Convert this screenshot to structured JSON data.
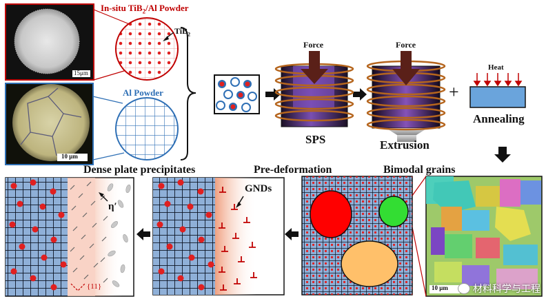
{
  "labels": {
    "insitu_prefix": "In-situ TiB",
    "insitu_sub": "2",
    "insitu_suffix": "/Al Powder",
    "tib2_main": "TiB",
    "tib2_sub": "2",
    "al_powder": "Al Powder",
    "scale_15": "15μm",
    "scale_10a": "10 μm",
    "force1": "Force",
    "force2": "Force",
    "heat": "Heat",
    "sps": "SPS",
    "extrusion": "Extrusion",
    "annealing": "Annealing",
    "dense_plate": "Dense plate precipitates",
    "pre_deformation": "Pre-deformation",
    "bimodal": "Bimodal grains",
    "gnds": "GNDs",
    "eta": "η′",
    "plane": "{11}",
    "scale_10b": "10 μm",
    "plus": "+",
    "watermark": "材料科学与工程"
  },
  "colors": {
    "red_dot": "#e02020",
    "grid_blue": "#8fb0d8",
    "frame": "#1a1a1a",
    "label_red": "#c00000",
    "label_blue": "#2e6fb5",
    "coil": "#b5651d",
    "force_arrow": "#5a2018",
    "annealing_box": "#6aa4dc"
  },
  "icons": [
    "arrow-right-icon",
    "arrow-down-icon",
    "arrow-left-icon",
    "wechat-icon"
  ]
}
